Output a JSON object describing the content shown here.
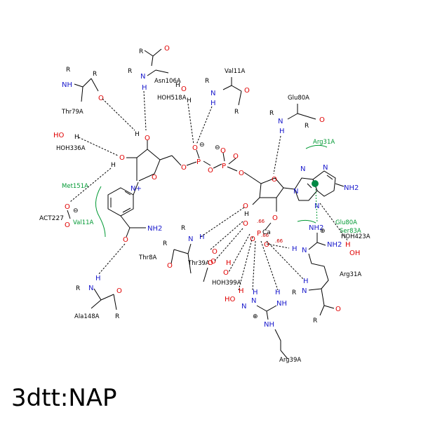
{
  "title": "3dtt:NAP",
  "residues": {
    "asn106": "Asn106A",
    "val11_top": "Val11A",
    "thr79": "Thr79A",
    "glu80_top": "Glu80A",
    "arg31_green": "Arg31A",
    "met151": "Met151A",
    "act227": "ACT227",
    "val11_green": "Val11A",
    "glu80_green": "Glu80A",
    "ser83": "Ser83A",
    "thr8": "Thr8A",
    "thr39": "Thr39A",
    "arg31_right": "Arg31A",
    "ala148": "Ala148A",
    "arg39": "Arg39A"
  },
  "waters": {
    "hoh518": "HOH518A",
    "hoh336": "HOH336A",
    "hoh423": "HOH423A",
    "hoh399": "HOH399A"
  },
  "atoms": {
    "R": "R",
    "O": "O",
    "N": "N",
    "H": "H",
    "P": "P",
    "NH": "NH",
    "NH2": "NH2",
    "HO": "HO",
    "OH": "OH",
    "Nplus": "N+",
    "minus": "⊖",
    "plus": "⊕",
    "Ca": "Ca"
  },
  "distances": {
    "d1": ".66",
    "d2": ".66",
    "d3": ".66"
  },
  "colors": {
    "nitrogen": "#1a1acc",
    "oxygen": "#e00000",
    "hydrophobic": "#009933",
    "text": "#000000"
  }
}
